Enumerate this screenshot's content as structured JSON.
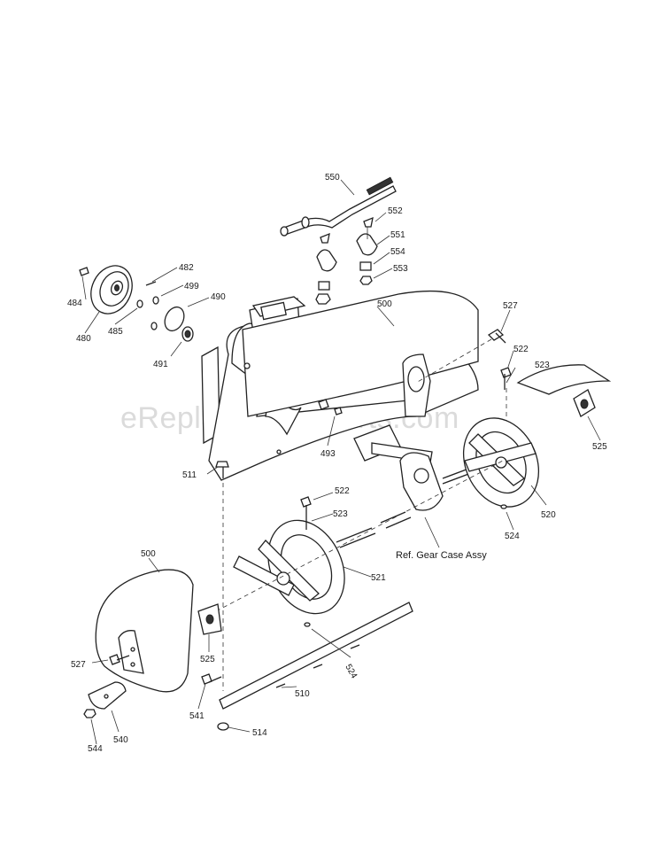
{
  "watermark": "eReplacementParts.com",
  "labels": {
    "p550": "550",
    "p552": "552",
    "p551": "551",
    "p554": "554",
    "p553": "553",
    "p482": "482",
    "p499": "499",
    "p490": "490",
    "p484": "484",
    "p485": "485",
    "p480": "480",
    "p491": "491",
    "p500_top": "500",
    "p527_top": "527",
    "p522_top": "522",
    "p523_top": "523",
    "p525_right": "525",
    "p493": "493",
    "p511": "511",
    "p524_right": "524",
    "p520": "520",
    "p522_mid": "522",
    "p523_mid": "523",
    "p521": "521",
    "p500_left": "500",
    "p525_left": "525",
    "p527_left": "527",
    "p524_bottom": "524",
    "p510": "510",
    "p541": "541",
    "p514": "514",
    "p540": "540",
    "p544": "544"
  },
  "ref_gear_case": "Ref. Gear Case Assy"
}
